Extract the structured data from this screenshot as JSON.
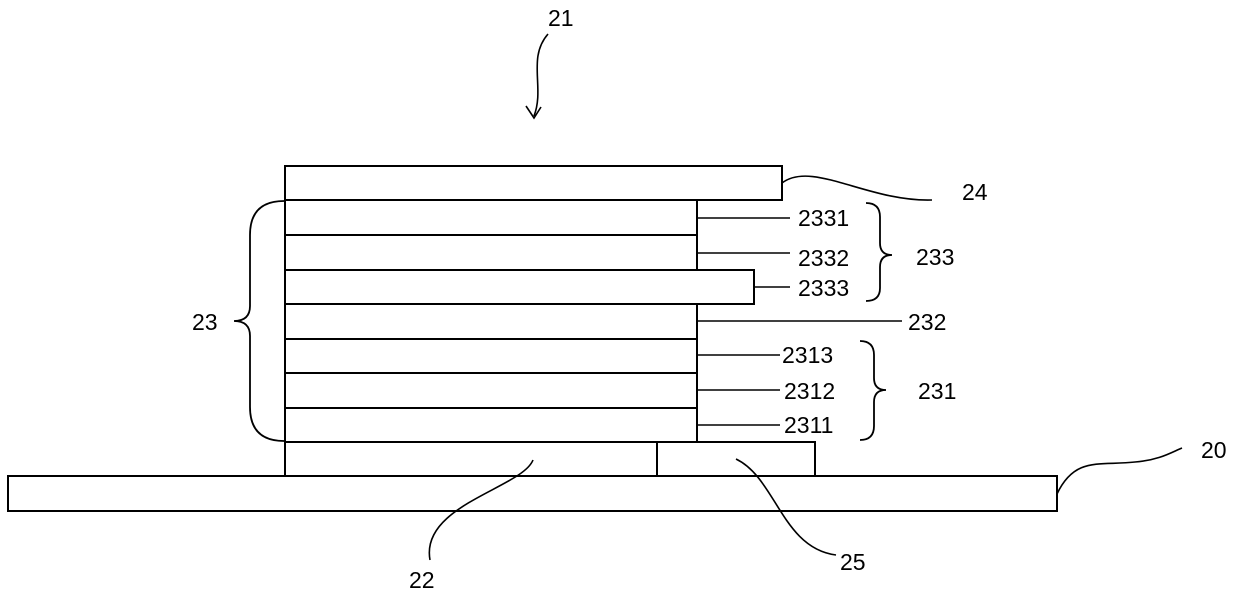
{
  "labels": {
    "device": "21",
    "substrate": "20",
    "first_electrode": "22",
    "stack": "23",
    "second_electrode": "24",
    "pad": "25",
    "group_upper": "233",
    "layer_2331": "2331",
    "layer_2332": "2332",
    "layer_2333": "2333",
    "middle_layer": "232",
    "group_lower": "231",
    "layer_2313": "2313",
    "layer_2312": "2312",
    "layer_2311": "2311"
  },
  "colors": {
    "stroke": "#000000",
    "fill": "#ffffff"
  }
}
